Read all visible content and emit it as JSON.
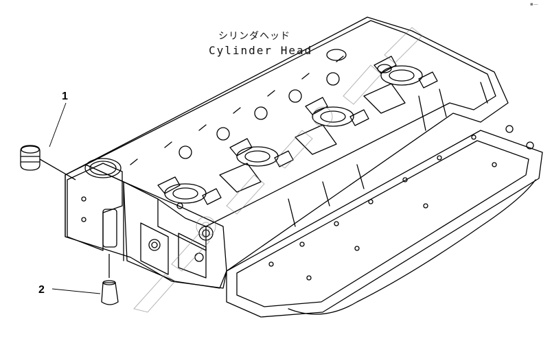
{
  "title": {
    "japanese": "シリンダヘッド",
    "english": "Cylinder Head"
  },
  "callouts": [
    {
      "number": "1"
    },
    {
      "number": "2"
    }
  ],
  "corner_mark": "▪—"
}
